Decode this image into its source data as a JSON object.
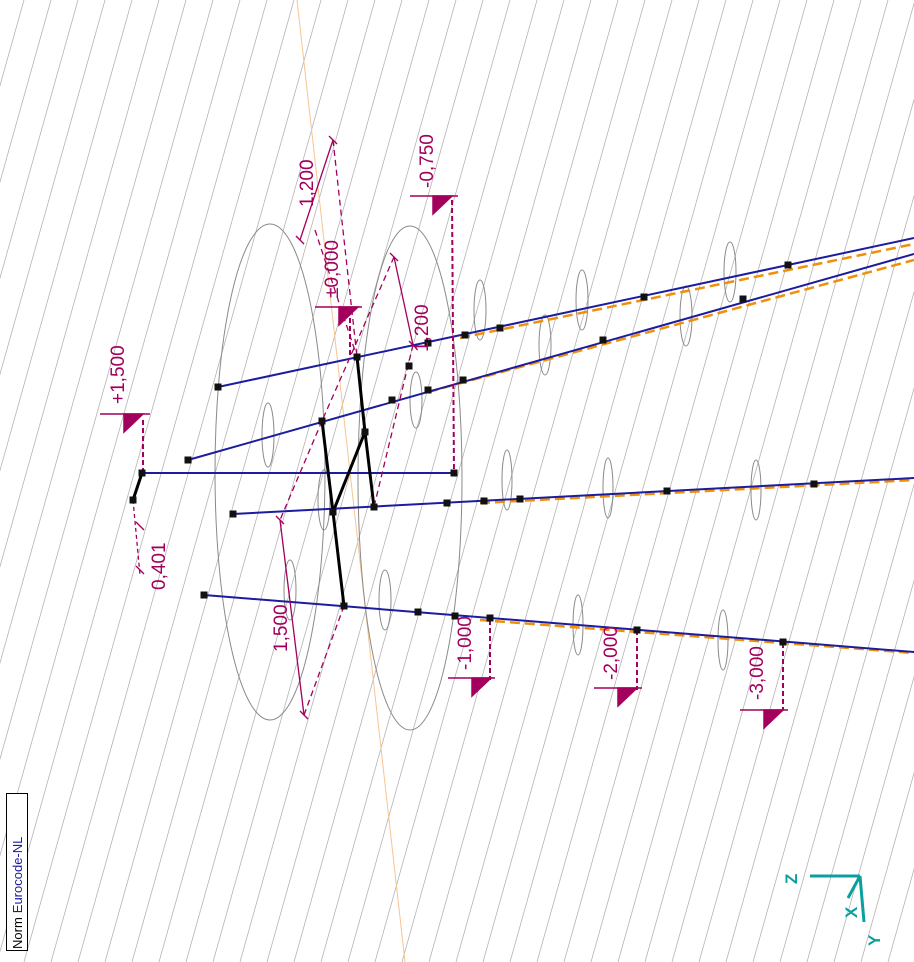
{
  "norm": {
    "label": "Norm",
    "value": "Eurocode-NL"
  },
  "axes": {
    "z": "Z",
    "x": "X",
    "y": "Y"
  },
  "level_labels": [
    "+1,500",
    "±0,000",
    "-0,750",
    "1,200",
    "-1,000",
    "-2,000",
    "-3,000"
  ],
  "dimension_labels": [
    "1,200",
    "1,500",
    "0,401"
  ],
  "colors": {
    "beam": "#1c1c9e",
    "dimension": "#a3005e",
    "dashed": "#f0900a",
    "grid": "#9a9a9a",
    "axis": "#0aa0a0"
  }
}
